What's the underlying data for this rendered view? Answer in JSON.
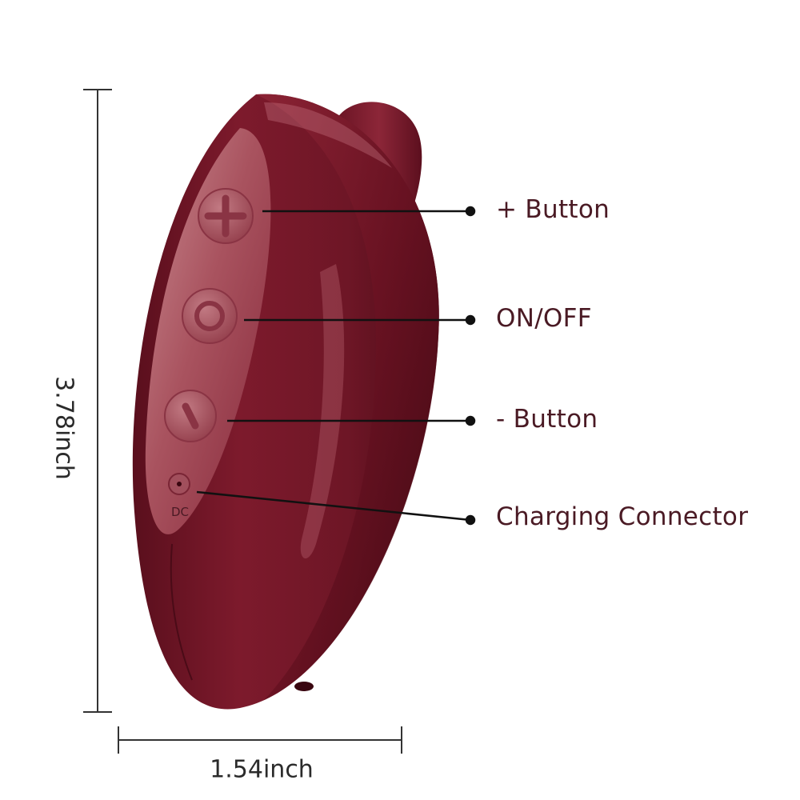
{
  "callouts": {
    "plus": "+ Button",
    "onoff": "ON/OFF",
    "minus": "- Button",
    "charging": "Charging Connector"
  },
  "device": {
    "dc_label": "DC",
    "body_color": "#7a1a2b",
    "panel_color": "#b06570"
  },
  "dimensions": {
    "height": "3.78inch",
    "width": "1.54inch"
  }
}
